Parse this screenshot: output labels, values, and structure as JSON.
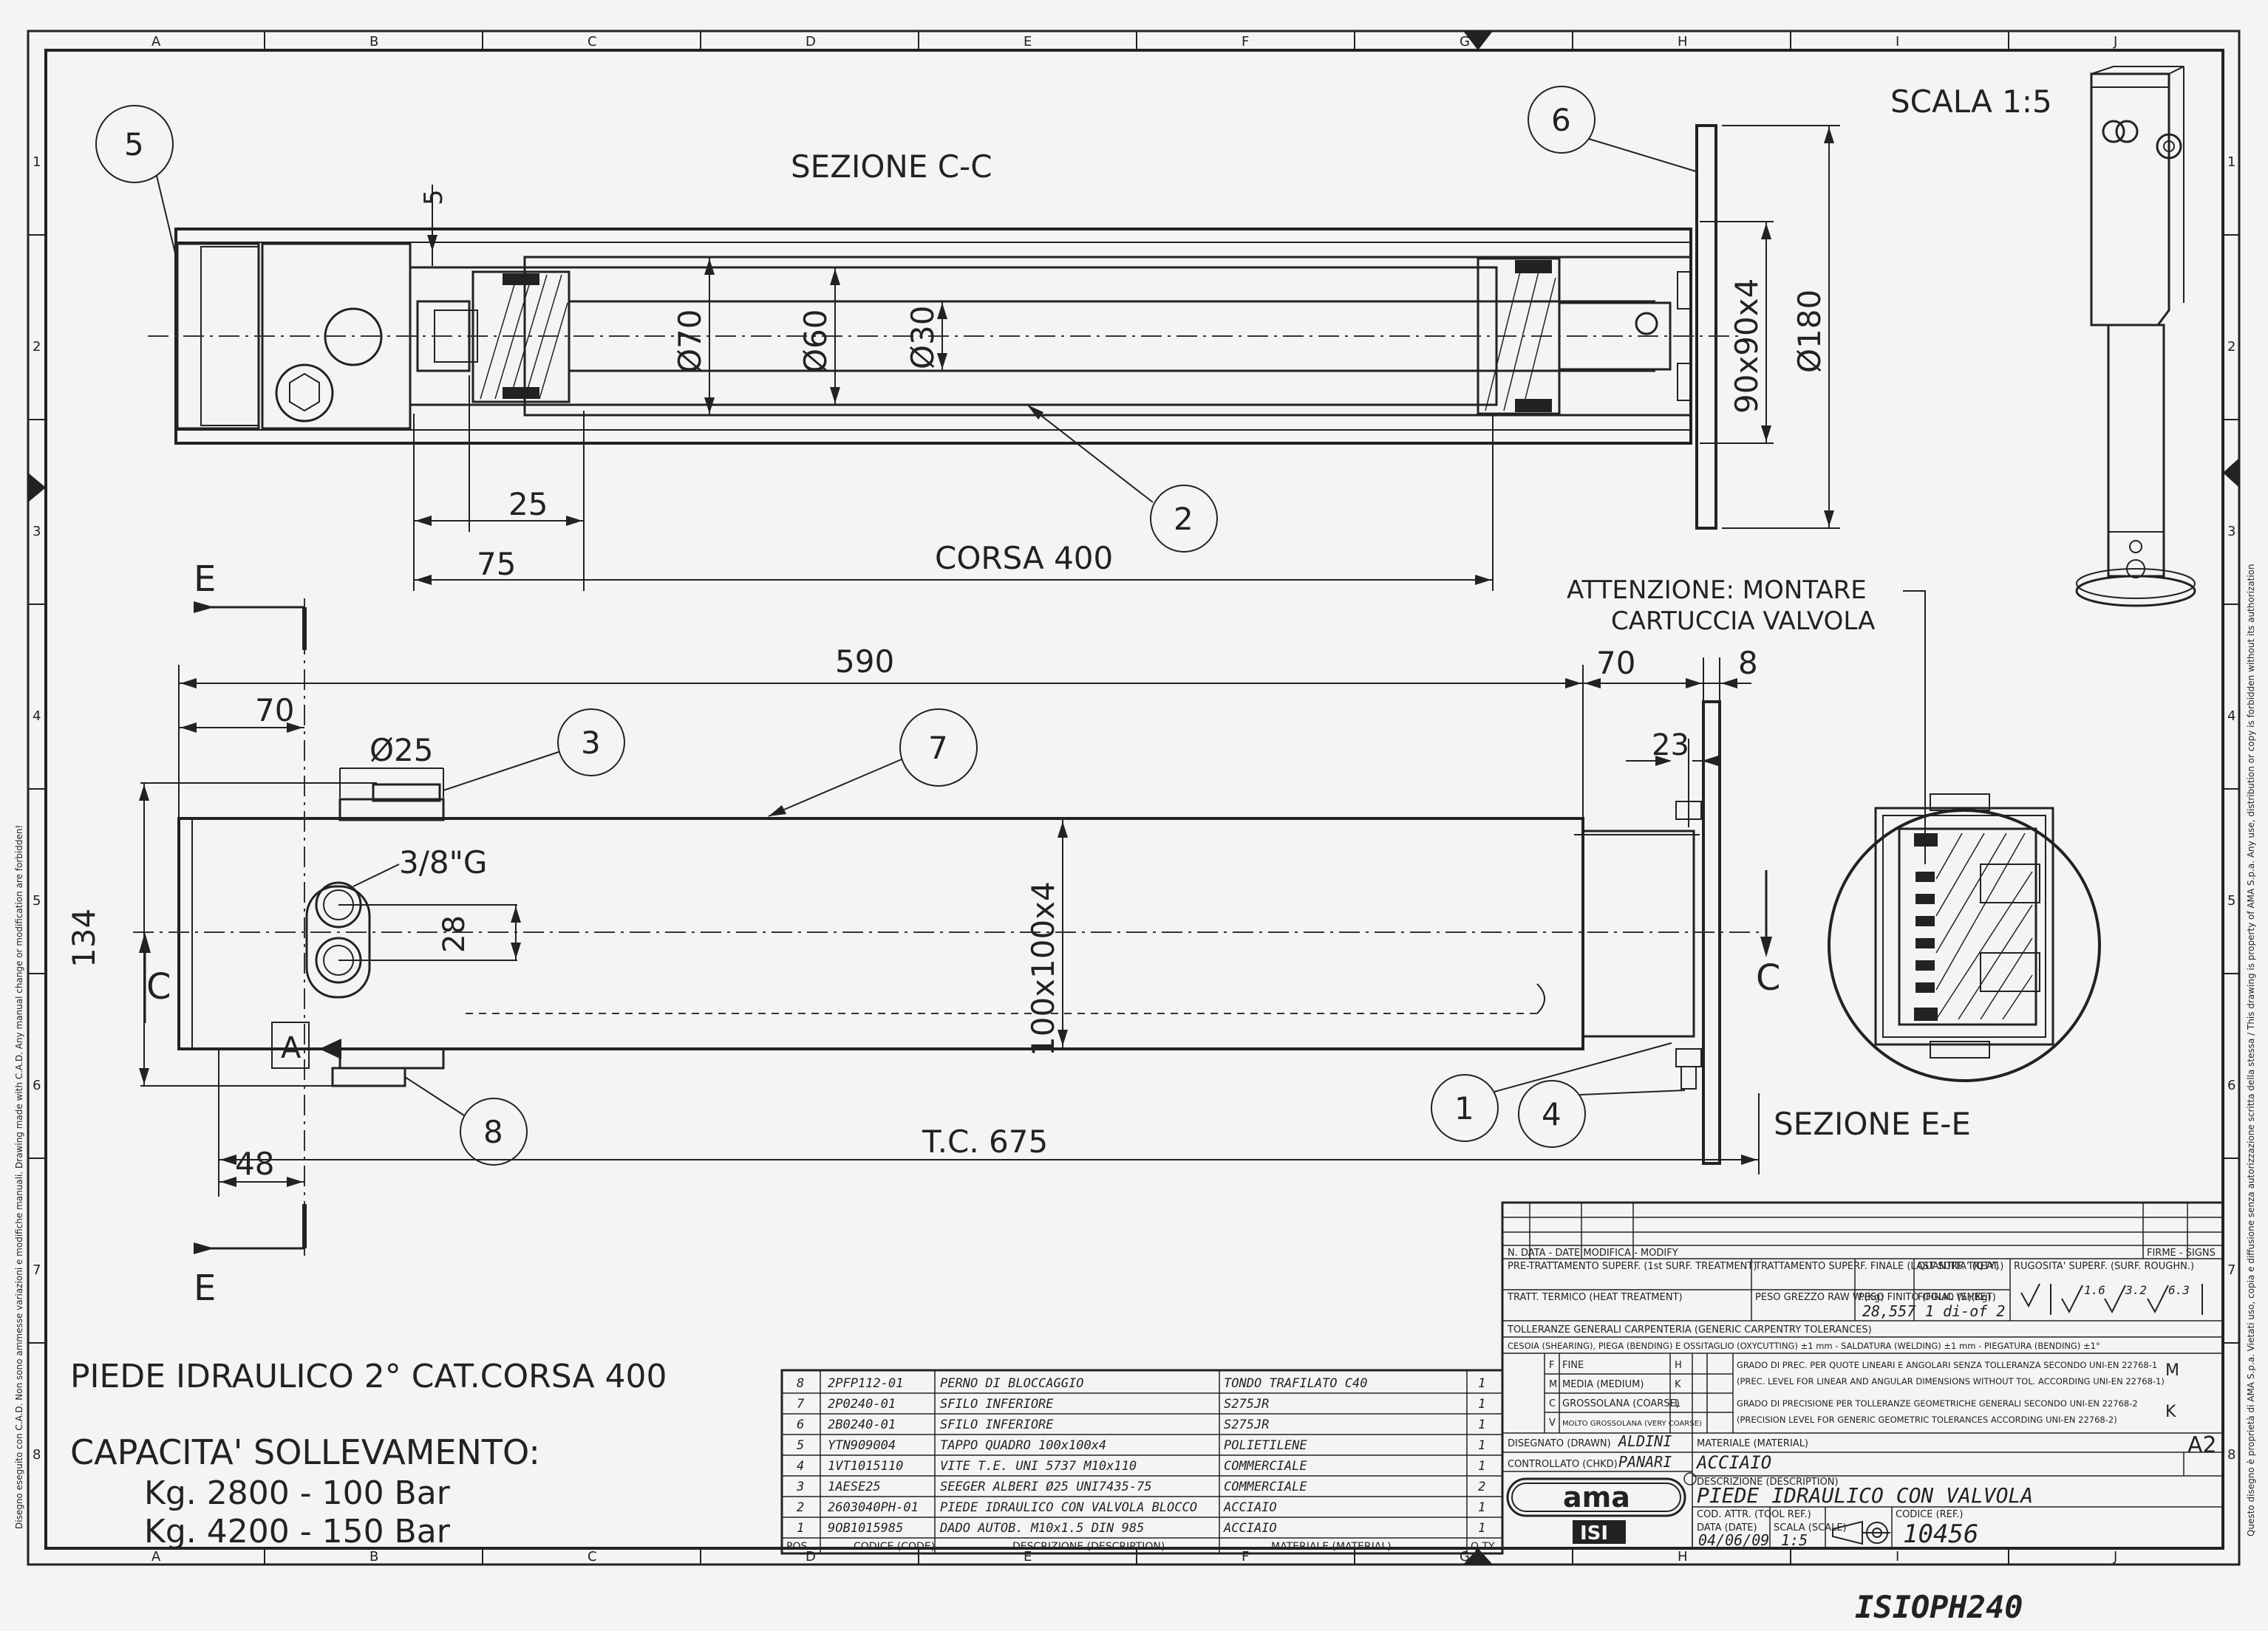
{
  "sheet": {
    "scale_label": "SCALA 1:5",
    "grid_letters": [
      "A",
      "B",
      "C",
      "D",
      "E",
      "F",
      "G",
      "H",
      "I",
      "J"
    ],
    "grid_numbers": [
      "1",
      "2",
      "3",
      "4",
      "5",
      "6",
      "7",
      "8"
    ],
    "scan_code": "ISIOPH240"
  },
  "views": {
    "section_cc_title": "SEZIONE C-C",
    "section_ee_title": "SEZIONE E-E",
    "section_e_marker": "E",
    "section_c_marker": "C",
    "detail_marker": "A",
    "note_line1": "ATTENZIONE: MONTARE",
    "note_line2": "CARTUCCIA VALVOLA"
  },
  "dimensions": {
    "d5": "5",
    "d70dia": "Ø70",
    "d60dia": "Ø60",
    "d30dia": "Ø30",
    "plate": "90x90x4",
    "d180dia": "Ø180",
    "d25": "25",
    "d75": "75",
    "corsa": "CORSA 400",
    "d590": "590",
    "d70a": "70",
    "d70b": "70",
    "d8": "8",
    "d25dia": "Ø25",
    "d23": "23",
    "thread": "3/8\"G",
    "d28": "28",
    "d134": "134",
    "tube": "100x100x4",
    "d48": "48",
    "tc": "T.C. 675"
  },
  "balloons": [
    "1",
    "2",
    "3",
    "4",
    "5",
    "6",
    "7",
    "8"
  ],
  "product": {
    "title": "PIEDE IDRAULICO 2° CAT.CORSA 400",
    "capacity_title": "CAPACITA' SOLLEVAMENTO:",
    "capacity_1": "Kg. 2800 - 100 Bar",
    "capacity_2": "Kg. 4200 - 150 Bar"
  },
  "bom": {
    "headers": [
      "POS",
      "CODICE (CODE)",
      "DESCRIZIONE (DESCRIPTION)",
      "MATERIALE (MATERIAL)",
      "Q.TY"
    ],
    "rows": [
      {
        "pos": "8",
        "code": "2PFP112-01",
        "desc": "PERNO DI BLOCCAGGIO",
        "mat": "TONDO TRAFILATO C40",
        "qty": "1"
      },
      {
        "pos": "7",
        "code": "2P0240-01",
        "desc": "SFILO INFERIORE",
        "mat": "S275JR",
        "qty": "1"
      },
      {
        "pos": "6",
        "code": "2B0240-01",
        "desc": "SFILO INFERIORE",
        "mat": "S275JR",
        "qty": "1"
      },
      {
        "pos": "5",
        "code": "YTN909004",
        "desc": "TAPPO QUADRO 100x100x4",
        "mat": "POLIETILENE",
        "qty": "1"
      },
      {
        "pos": "4",
        "code": "1VT1015110",
        "desc": "VITE T.E. UNI 5737 M10x110",
        "mat": "COMMERCIALE",
        "qty": "1"
      },
      {
        "pos": "3",
        "code": "1AESE25",
        "desc": "SEEGER ALBERI Ø25 UNI7435-75",
        "mat": "COMMERCIALE",
        "qty": "2"
      },
      {
        "pos": "2",
        "code": "2603040PH-01",
        "desc": "PIEDE IDRAULICO CON VALVOLA BLOCCO",
        "mat": "ACCIAIO",
        "qty": "1"
      },
      {
        "pos": "1",
        "code": "9OB1015985",
        "desc": "DADO AUTOB. M10x1.5 DIN 985",
        "mat": "ACCIAIO",
        "qty": "1"
      }
    ]
  },
  "titleblock": {
    "rev_header": "N.  DATA - DATE  MODIFICA - MODIFY",
    "rev_right": "FIRME - SIGNS",
    "pre_treatment": "PRE-TRATTAMENTO SUPERF. (1st SURF. TREATMENT)",
    "final_treatment": "TRATTAMENTO SUPERF. FINALE (LAST SURF. TREAT.)",
    "quality": "QUANTITA' (QTY)",
    "roughness": "RUGOSITA' SUPERF. (SURF. ROUGHN.)",
    "heat_treatment": "TRATT. TERMICO (HEAT TREATMENT)",
    "raw_weight": "PESO GREZZO RAW W.(Kg)",
    "finished_weight": "PESO FINITO (FINAL W.)(Kg)",
    "weight_value": "28,557",
    "sheet_label": "FOGLIO (SHEET)",
    "sheet_value": "1 di-of 2",
    "roughness_values": [
      "1.6",
      "3.2",
      "6.3"
    ],
    "tol_carpentry": "TOLLERANZE GENERALI CARPENTERIA (GENERIC CARPENTRY TOLERANCES)",
    "tol_cut": "CESOIA (SHEARING), PIEGA (BENDING) E OSSITAGLIO (OXYCUTTING) ±1 mm - SALDATURA (WELDING) ±1 mm - PIEGATURA (BENDING) ±1°",
    "tol_rows": [
      "FINE",
      "MEDIA (MEDIUM)",
      "GROSSOLANA (COARSE)",
      "MOLTO GROSSOLANA (VERY COARSE)"
    ],
    "tol_letters": [
      "F",
      "M",
      "C",
      "V"
    ],
    "tol_right_letters": [
      "H",
      "K",
      "L"
    ],
    "tol_text1": "GRADO DI PREC. PER QUOTE LINEARI E ANGOLARI SENZA TOLLERANZA SECONDO UNI-EN 22768-1",
    "tol_text2": "(PREC. LEVEL FOR LINEAR AND ANGULAR DIMENSIONS WITHOUT TOL. ACCORDING UNI-EN 22768-1)",
    "tol_text3": "GRADO DI PRECISIONE PER TOLLERANZE GEOMETRICHE GENERALI SECONDO UNI-EN 22768-2",
    "tol_text4": "(PRECISION LEVEL FOR GENERIC GEOMETRIC TOLERANCES ACCORDING UNI-EN 22768-2)",
    "tol_grade1": "M",
    "tol_grade2": "K",
    "drawn_label": "DISEGNATO (DRAWN)",
    "drawn_value": "ALDINI",
    "checked_label": "CONTROLLATO (CHKD)",
    "checked_value": "PANARI",
    "material_label": "MATERIALE (MATERIAL)",
    "material_value": "ACCIAIO",
    "desc_label": "DESCRIZIONE (DESCRIPTION)",
    "desc_value": "PIEDE IDRAULICO CON VALVOLA",
    "format": "A2",
    "logo_main": "ama",
    "logo_sub": "ISI",
    "tool_label": "COD. ATTR. (TOOL REF.)",
    "code_label": "CODICE (REF.)",
    "code_value": "10456",
    "date_label": "DATA (DATE)",
    "date_value": "04/06/09",
    "scale_label": "SCALA (SCALE)",
    "scale_value": "1:5"
  }
}
